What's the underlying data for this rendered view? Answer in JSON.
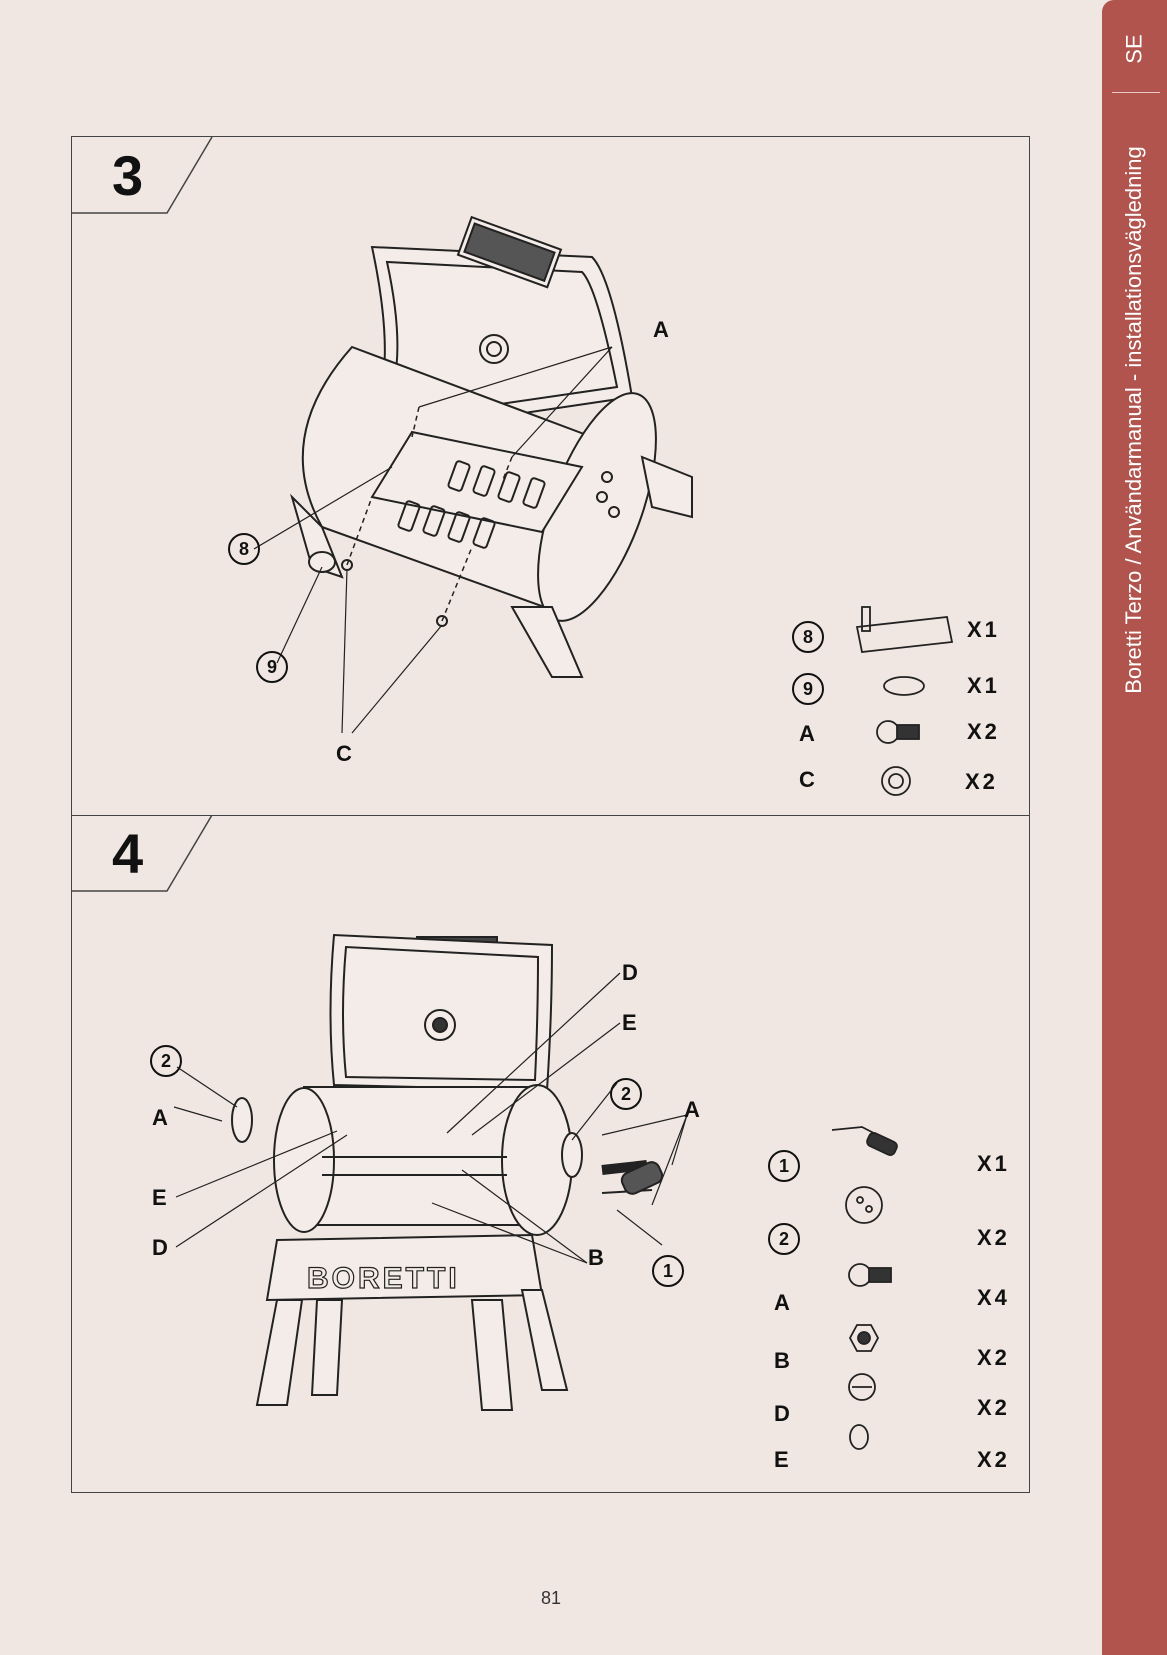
{
  "sidebar": {
    "language": "SE",
    "title": "Boretti Terzo / Användarmanual - installationsvägledning"
  },
  "page_number": "81",
  "step3": {
    "number": "3",
    "callouts": {
      "A": "A",
      "C": "C",
      "n8": "8",
      "n9": "9"
    },
    "parts": [
      {
        "id": "8",
        "circled": true,
        "qty": "X1",
        "icon": "heat-shield-plate-icon"
      },
      {
        "id": "9",
        "circled": true,
        "qty": "X1",
        "icon": "washer-plate-icon"
      },
      {
        "id": "A",
        "circled": false,
        "qty": "X2",
        "icon": "bolt-icon"
      },
      {
        "id": "C",
        "circled": false,
        "qty": "X2",
        "icon": "nut-icon"
      }
    ]
  },
  "step4": {
    "number": "4",
    "brand": "BORETTI",
    "callouts": {
      "D": "D",
      "E": "E",
      "A": "A",
      "B": "B",
      "n1": "1",
      "n2": "2"
    },
    "parts": [
      {
        "id": "1",
        "circled": true,
        "qty": "X1",
        "icon": "handle-icon"
      },
      {
        "id": "2",
        "circled": true,
        "qty": "X2",
        "icon": "vent-disc-icon"
      },
      {
        "id": "A",
        "circled": false,
        "qty": "X4",
        "icon": "bolt-icon"
      },
      {
        "id": "B",
        "circled": false,
        "qty": "X2",
        "icon": "hex-nut-icon"
      },
      {
        "id": "D",
        "circled": false,
        "qty": "X2",
        "icon": "cap-nut-icon"
      },
      {
        "id": "E",
        "circled": false,
        "qty": "X2",
        "icon": "washer-icon"
      }
    ]
  }
}
